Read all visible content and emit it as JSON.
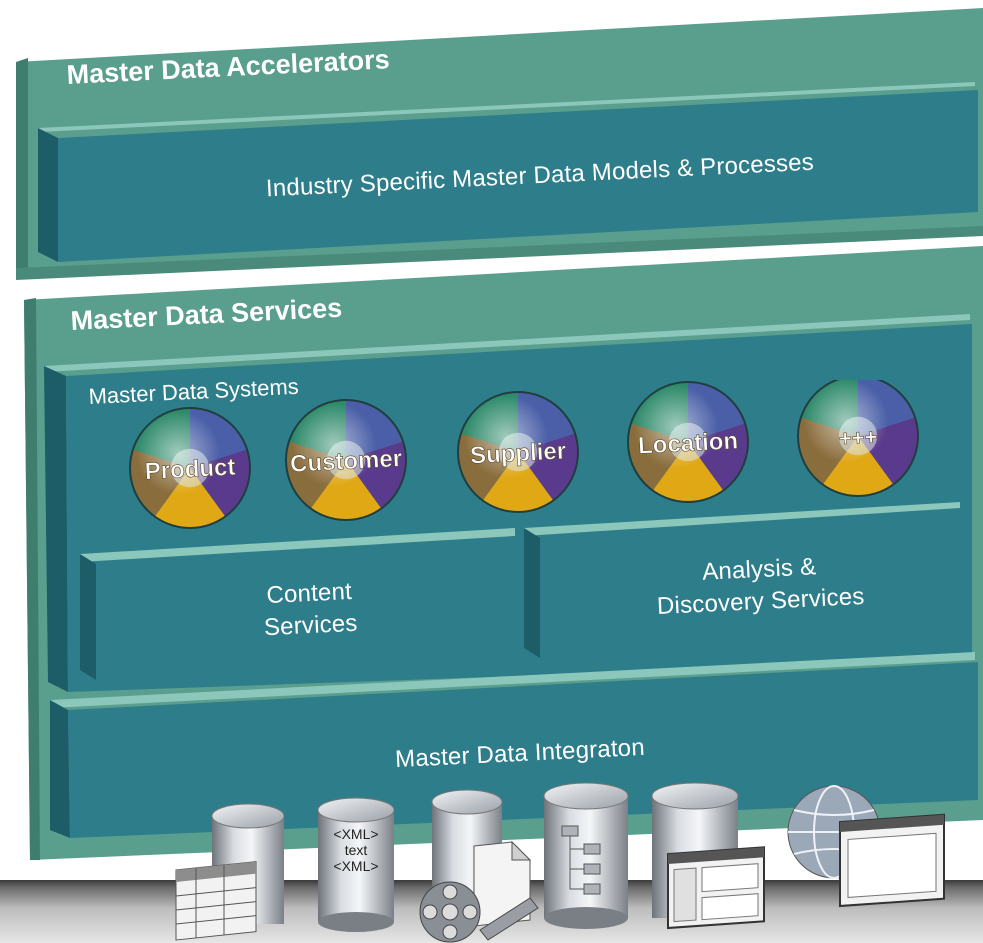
{
  "accelerators": {
    "title": "Master Data Accelerators",
    "panel": "Industry Specific Master Data Models & Processes"
  },
  "services": {
    "title": "Master Data Services",
    "systems": {
      "title": "Master Data Systems",
      "wheels": [
        {
          "label": "Product"
        },
        {
          "label": "Customer"
        },
        {
          "label": "Supplier"
        },
        {
          "label": "Location"
        },
        {
          "label": "+++"
        }
      ]
    },
    "content_services": [
      "Content",
      "Services"
    ],
    "analysis_services": [
      "Analysis &",
      "Discovery Services"
    ],
    "integration": "Master Data Integraton"
  },
  "sources": {
    "xml_cylinder": [
      "<XML>",
      "text",
      "<XML>"
    ]
  },
  "colors": {
    "outer_slab": "#5a9e8d",
    "inner_panel": "#2e7d8a",
    "wheel_green": "#2e8a6a",
    "wheel_blue": "#4a5fa8",
    "wheel_purple": "#5a3a8c",
    "wheel_gold": "#e0a814",
    "wheel_tan": "#8a6d3c"
  }
}
